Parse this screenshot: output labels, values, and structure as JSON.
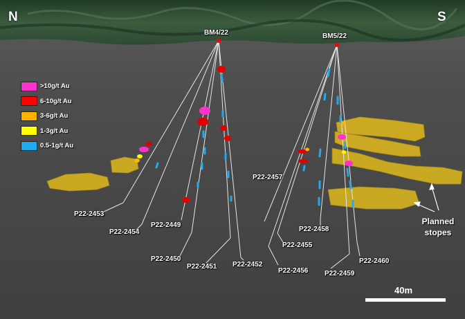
{
  "compass": {
    "north": "N",
    "south": "S"
  },
  "collars": [
    {
      "id": "BM4/22"
    },
    {
      "id": "BM5/22"
    }
  ],
  "drillholes": [
    "P22-2453",
    "P22-2454",
    "P22-2449",
    "P22-2450",
    "P22-2451",
    "P22-2452",
    "P22-2457",
    "P22-2458",
    "P22-2455",
    "P22-2456",
    "P22-2459",
    "P22-2460"
  ],
  "legend": [
    {
      "label": ">10g/t Au",
      "color": "#ff33cc"
    },
    {
      "label": "6-10g/t Au",
      "color": "#ff0000"
    },
    {
      "label": "3-6g/t Au",
      "color": "#ffb300"
    },
    {
      "label": "1-3g/t Au",
      "color": "#ffff00"
    },
    {
      "label": "0.5-1g/t Au",
      "color": "#22aaee"
    }
  ],
  "stopes_label": "Planned\nstopes",
  "scale": {
    "label": "40m"
  },
  "colors": {
    "terrain": "#3a5a3a",
    "stope": "#d6b21f",
    "trace": "#e8e8e8"
  }
}
